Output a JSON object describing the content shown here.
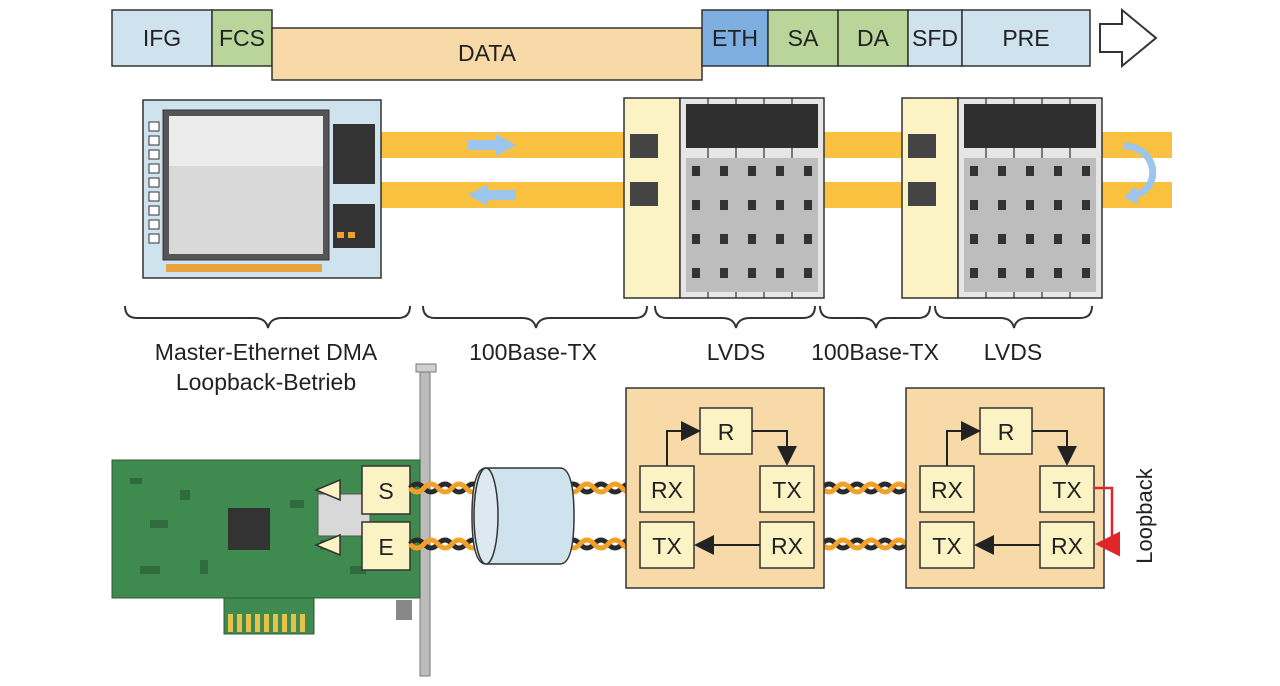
{
  "frame": {
    "fields": [
      {
        "key": "ifg",
        "label": "IFG",
        "color": "#cfe3ef"
      },
      {
        "key": "fcs",
        "label": "FCS",
        "color": "#b9d59a"
      },
      {
        "key": "data",
        "label": "DATA",
        "color": "#f8d9a8"
      },
      {
        "key": "eth",
        "label": "ETH",
        "color": "#7eaee0"
      },
      {
        "key": "sa",
        "label": "SA",
        "color": "#b9d59a"
      },
      {
        "key": "da",
        "label": "DA",
        "color": "#b9d59a"
      },
      {
        "key": "sfd",
        "label": "SFD",
        "color": "#cfe3ef"
      },
      {
        "key": "pre",
        "label": "PRE",
        "color": "#cfe3ef"
      }
    ]
  },
  "segments": {
    "master": {
      "line1": "Master-Ethernet DMA",
      "line2": "Loopback-Betrieb"
    },
    "link1": "100Base-TX",
    "lvds1": "LVDS",
    "link2": "100Base-TX",
    "lvds2": "LVDS"
  },
  "nic": {
    "s_label": "S",
    "e_label": "E"
  },
  "nodes": [
    {
      "r": "R",
      "rx_top": "RX",
      "tx_top": "TX",
      "tx_bottom": "TX",
      "rx_bottom": "RX"
    },
    {
      "r": "R",
      "rx_top": "RX",
      "tx_top": "TX",
      "tx_bottom": "TX",
      "rx_bottom": "RX"
    }
  ],
  "loopback_label": "Loopback",
  "colors": {
    "cable": "#f9c13f",
    "arrow": "#9cc6ee",
    "node_bg": "#f8d9a8",
    "box_bg": "#fbf3c4",
    "pcb": "#3f8a4f",
    "loop": "#e0262b",
    "twist_dark": "#2a2a2a",
    "twist_orange": "#f3a02a"
  }
}
